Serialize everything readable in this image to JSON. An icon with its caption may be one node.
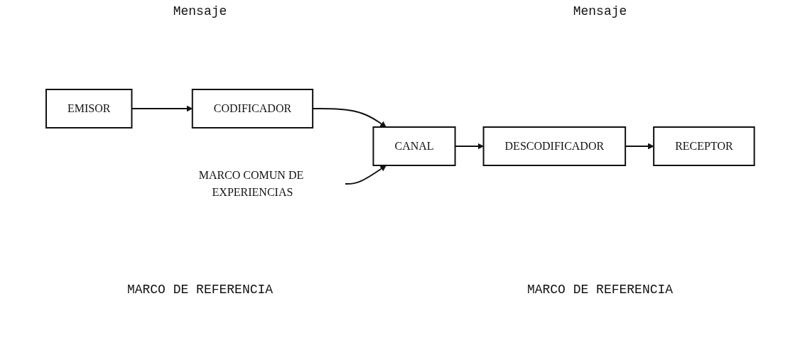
{
  "diagram": {
    "nodes": [
      {
        "text": [
          "EMISOR"
        ]
      },
      {
        "text": [
          "CODIFICADOR"
        ]
      },
      {
        "text": [
          "CANAL"
        ]
      },
      {
        "text": [
          "DESCODIFICADOR"
        ]
      },
      {
        "text": [
          "RECEPTOR"
        ]
      },
      {
        "text": [
          "MARCO COMUN DE EXPERIENCIAS"
        ]
      }
    ],
    "edges": [
      {
        "from": 0,
        "to": 1,
        "arrow": "to"
      },
      {
        "from": 1,
        "to": 2,
        "arrow": "to"
      },
      {
        "from": 2,
        "to": 3,
        "arrow": "to"
      },
      {
        "from": 3,
        "to": 4,
        "arrow": "to"
      },
      {
        "from": 5,
        "to": 2,
        "arrow": "to"
      }
    ],
    "labels": [
      "Mensaje",
      "Mensaje",
      "MARCO DE REFERENCIA",
      "MARCO DE REFERENCIA"
    ]
  }
}
